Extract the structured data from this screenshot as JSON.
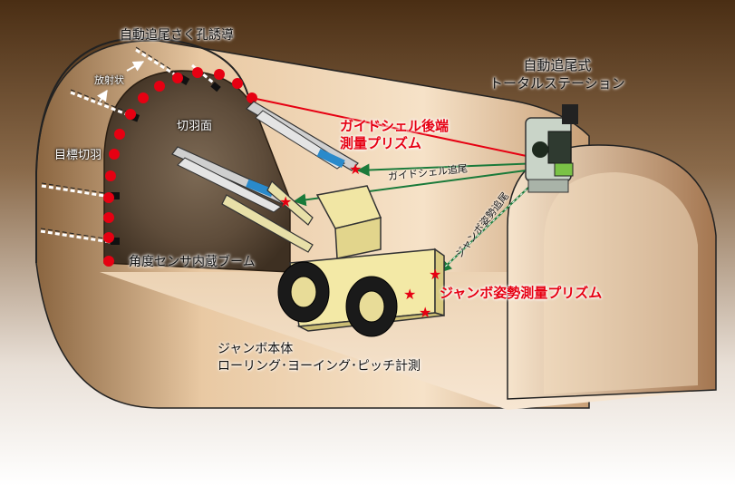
{
  "labels": {
    "drilling_guidance": "自動追尾さく孔誘導",
    "radial": "放射状",
    "cutting_face": "切羽面",
    "target_face": "目標切羽",
    "guide_shell_rear": "ガイドシェル後端\n測量プリズム",
    "total_station": "自動追尾式\nトータルステーション",
    "guide_shell_tracking": "ガイドシェル追尾",
    "jumbo_pose_tracking": "ジャンボ姿勢追尾",
    "boom_sensor": "角度センサ内蔵ブーム",
    "jumbo_pose_prism": "ジャンボ姿勢測量プリズム",
    "jumbo_body": "ジャンボ本体\nローリング･ヨーイング･ピッチ計測"
  },
  "colors": {
    "background_top": "#5a3a1c",
    "background_bottom": "#ffffff",
    "tunnel_light": "#f3d8b8",
    "tunnel_mid": "#c9a27a",
    "rock_face": "#6b5a48",
    "marker_red": "#e60012",
    "tracking_green": "#1a7a3a",
    "jumbo_yellow": "#f3e9a6"
  }
}
